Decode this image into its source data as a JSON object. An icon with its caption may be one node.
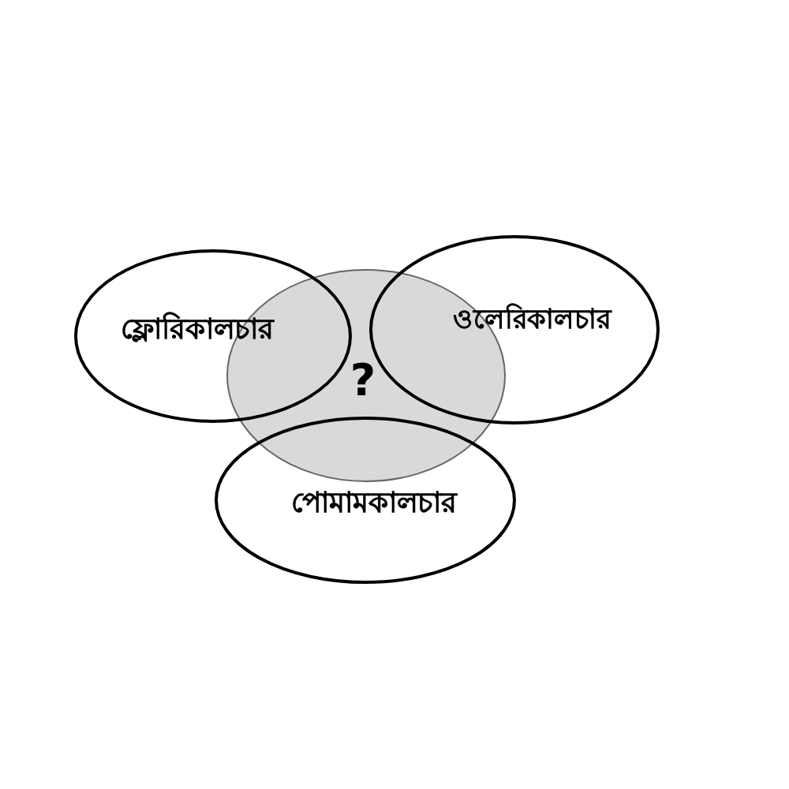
{
  "diagram": {
    "nodes": [
      {
        "text": [
          "ফ্লোরিকালচার"
        ]
      },
      {
        "text": [
          "ওলেরিকালচার"
        ]
      },
      {
        "text": [
          "?"
        ]
      },
      {
        "text": [
          "পোমামকালচার"
        ]
      }
    ]
  }
}
